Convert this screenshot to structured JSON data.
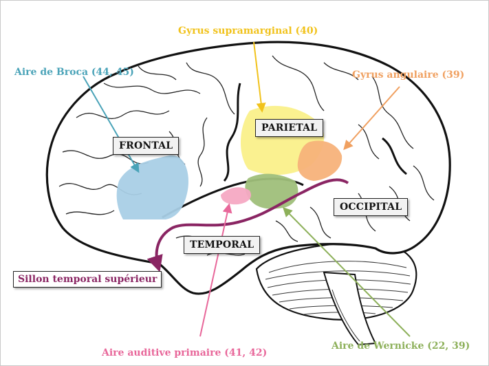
{
  "regions": {
    "frontal": "FRONTAL",
    "parietal": "PARIETAL",
    "temporal": "TEMPORAL",
    "occipital": "OCCIPITAL"
  },
  "callouts": {
    "broca": {
      "label": "Aire de Broca (44, 45)",
      "color": "#4aa3b8"
    },
    "supramarginal": {
      "label": "Gyrus supramarginal (40)",
      "color": "#f1c21b"
    },
    "angular": {
      "label": "Gyrus angulaire (39)",
      "color": "#f0a060"
    },
    "wernicke": {
      "label": "Aire de Wernicke (22, 39)",
      "color": "#8db05a"
    },
    "auditory": {
      "label": "Aire auditive primaire (41, 42)",
      "color": "#e8679a"
    },
    "sulcus": {
      "label": "Sillon temporal supérieur",
      "color": "#8a2563"
    }
  },
  "area_fills": {
    "broca": "#a9cfe6",
    "supramarginal": "#faf08a",
    "angular": "#f7b27a",
    "wernicke": "#9fbf7a",
    "auditory": "#f6a9c3"
  }
}
